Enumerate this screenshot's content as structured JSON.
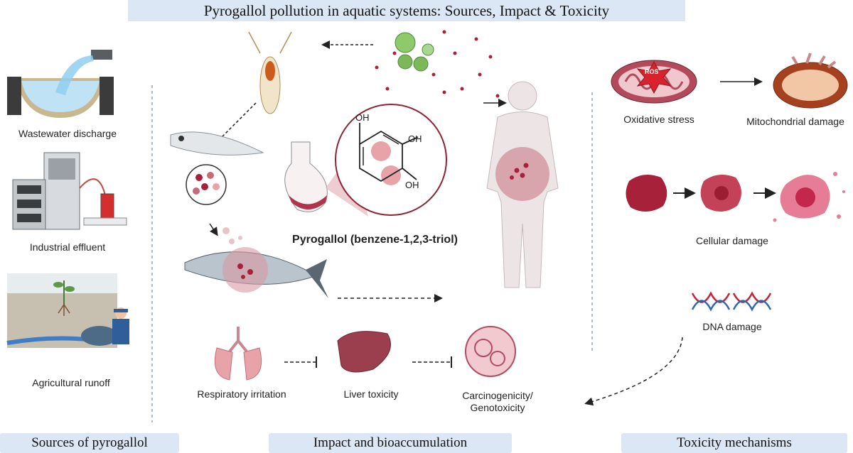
{
  "title": "Pyrogallol pollution in aquatic systems: Sources, Impact & Toxicity",
  "sections": {
    "sources": "Sources of pyrogallol",
    "impact": "Impact and bioaccumulation",
    "toxicity": "Toxicity mechanisms"
  },
  "sources": {
    "wastewater": "Wastewater discharge",
    "industrial": "Industrial effluent",
    "agricultural": "Agricultural runoff"
  },
  "molecule": {
    "name": "Pyrogallol (benzene-1,2,3-triol)",
    "oh1": "OH",
    "oh2": "OH",
    "oh3": "OH"
  },
  "impact": {
    "respiratory": "Respiratory irritation",
    "liver": "Liver toxicity",
    "carcino_line1": "Carcinogenicity/",
    "carcino_line2": "Genotoxicity"
  },
  "toxicity": {
    "oxidative": "Oxidative stress",
    "ros": "ROS",
    "mitochondrial": "Mitochondrial damage",
    "cellular": "Cellular damage",
    "dna": "DNA damage"
  },
  "colors": {
    "header_bg": "#dbe7f4",
    "accent_red": "#a8213a",
    "tissue_pink": "#e7a3a8"
  }
}
